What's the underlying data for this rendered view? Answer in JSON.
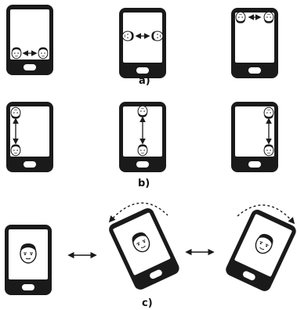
{
  "panels": [
    {
      "id": "a",
      "label": "a)"
    },
    {
      "id": "b",
      "label": "b)"
    },
    {
      "id": "c",
      "label": "c)"
    }
  ],
  "icons": {
    "phone": "smartphone-icon",
    "face": "face-icon",
    "arrow_horizontal": "double-arrow-horizontal-icon",
    "arrow_vertical": "double-arrow-vertical-icon",
    "rotate": "curved-rotation-arrow-icon"
  },
  "colors": {
    "ink": "#1a1a1a",
    "screen": "#ffffff",
    "button": "#ffffff"
  }
}
